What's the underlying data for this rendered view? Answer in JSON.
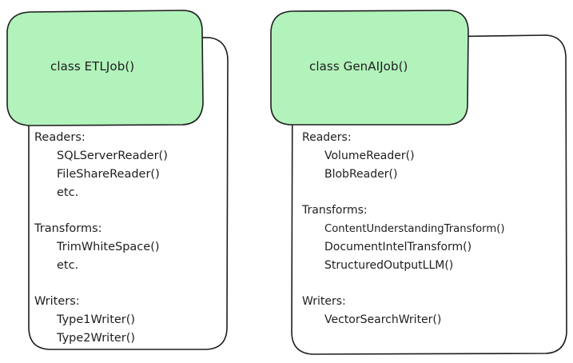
{
  "diagram": {
    "colors": {
      "header_fill": "#b2f2bb",
      "stroke": "#1e1e1e",
      "text": "#1e1e1e"
    },
    "boxes": [
      {
        "title": "class ETLJob()",
        "sections": [
          {
            "heading": "Readers:",
            "items": [
              "SQLServerReader()",
              "FileShareReader()",
              "etc."
            ]
          },
          {
            "heading": "Transforms:",
            "items": [
              "TrimWhiteSpace()",
              "etc."
            ]
          },
          {
            "heading": "Writers:",
            "items": [
              "Type1Writer()",
              "Type2Writer()"
            ]
          }
        ]
      },
      {
        "title": "class GenAIJob()",
        "sections": [
          {
            "heading": "Readers:",
            "items": [
              "VolumeReader()",
              "BlobReader()"
            ]
          },
          {
            "heading": "Transforms:",
            "items": [
              "ContentUnderstandingTransform()",
              "DocumentIntelTransform()",
              "StructuredOutputLLM()"
            ]
          },
          {
            "heading": "Writers:",
            "items": [
              "VectorSearchWriter()"
            ]
          }
        ]
      }
    ]
  }
}
